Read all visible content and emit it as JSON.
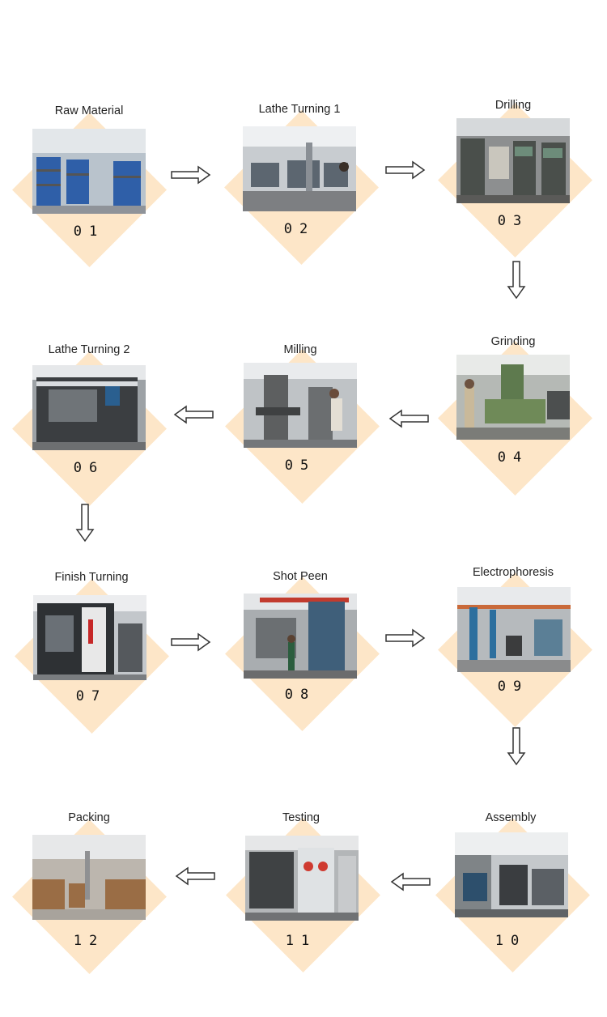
{
  "steps": [
    {
      "label": "Raw Material",
      "number": "01",
      "scene": "warehouse-racks"
    },
    {
      "label": "Lathe Turning 1",
      "number": "02",
      "scene": "lathe-workshop"
    },
    {
      "label": "Drilling",
      "number": "03",
      "scene": "drilling-machines"
    },
    {
      "label": "Grinding",
      "number": "04",
      "scene": "grinding-machine"
    },
    {
      "label": "Milling",
      "number": "05",
      "scene": "milling-machine"
    },
    {
      "label": "Lathe Turning  2",
      "number": "06",
      "scene": "cnc-lathe"
    },
    {
      "label": "Finish Turning",
      "number": "07",
      "scene": "cnc-machining-center"
    },
    {
      "label": "Shot Peen",
      "number": "08",
      "scene": "shot-peen-machine"
    },
    {
      "label": "Electrophoresis",
      "number": "09",
      "scene": "electrophoresis-line"
    },
    {
      "label": "Assembly",
      "number": "10",
      "scene": "assembly-workshop"
    },
    {
      "label": "Testing",
      "number": "11",
      "scene": "test-bench"
    },
    {
      "label": "Packing",
      "number": "12",
      "scene": "packing-warehouse"
    }
  ],
  "colors": {
    "diamond": "#fde6c8",
    "arrow_stroke": "#333333",
    "arrow_fill": "#ffffff"
  },
  "icons": {
    "right": "arrow-right-icon",
    "left": "arrow-left-icon",
    "down": "arrow-down-icon"
  }
}
